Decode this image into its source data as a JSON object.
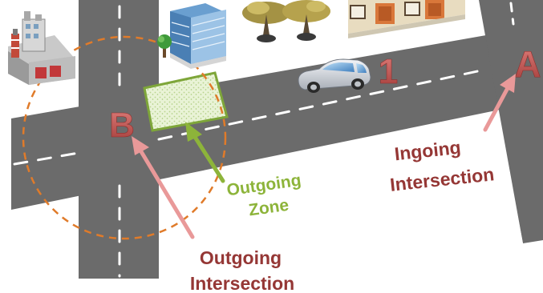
{
  "labels": {
    "intersection_b": "B",
    "intersection_a": "A",
    "road_number": "1",
    "outgoing_zone": [
      "Outgoing",
      "Zone"
    ],
    "ingoing_intersection": [
      "Ingoing",
      "Intersection"
    ],
    "outgoing_intersection": [
      "Outgoing",
      "Intersection"
    ]
  },
  "colors": {
    "road": "#6b6b6b",
    "lane_marking": "#ffffff",
    "intersection_letter": "#c0504d",
    "zone_label": "#8db43a",
    "intersection_label": "#953735",
    "arrow_pink": "#e99999",
    "arrow_green": "#8db43a",
    "circle_dashed": "#e07b2a"
  },
  "icons": [
    "factory-icon",
    "office-building-icon",
    "trees-icon",
    "townhouses-icon",
    "car-icon"
  ]
}
